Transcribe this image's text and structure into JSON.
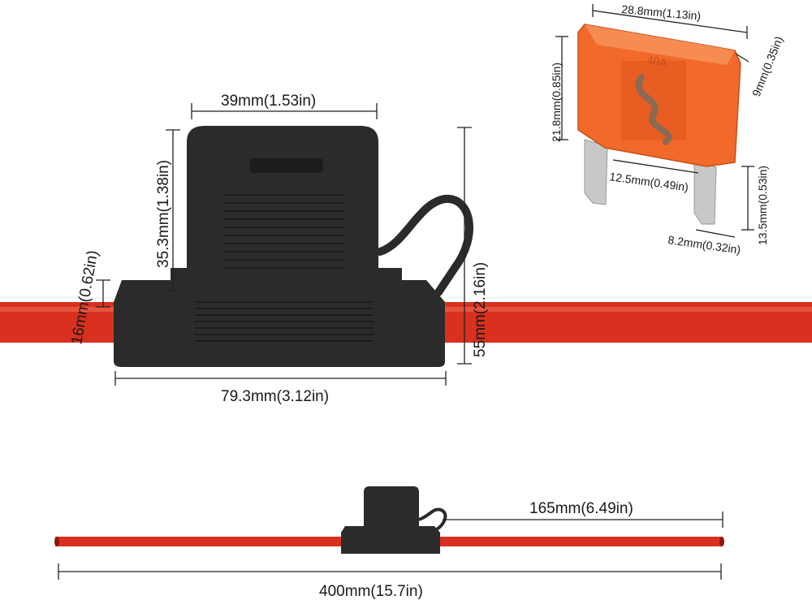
{
  "product": {
    "wire_color": "#d9301f",
    "holder_color": "#2b2b2b",
    "fuse_color": "#f26a2a"
  },
  "holder_dimensions": {
    "cap_width": "39mm(1.53in)",
    "cap_height": "35.3mm(1.38in)",
    "wire_diameter": "16mm(0.62in)",
    "total_height": "55mm(2.16in)",
    "base_length": "79.3mm(3.12in)"
  },
  "fuse_dimensions": {
    "width": "28.8mm(1.13in)",
    "body_height": "21.8mm(0.85in)",
    "thickness": "9mm(0.35in)",
    "blade_gap": "12.5mm(0.49in)",
    "blade_length": "13.5mm(0.53in)",
    "blade_width": "8.2mm(0.32in)"
  },
  "assembly_dimensions": {
    "half_length": "165mm(6.49in)",
    "total_length": "400mm(15.7in)"
  }
}
